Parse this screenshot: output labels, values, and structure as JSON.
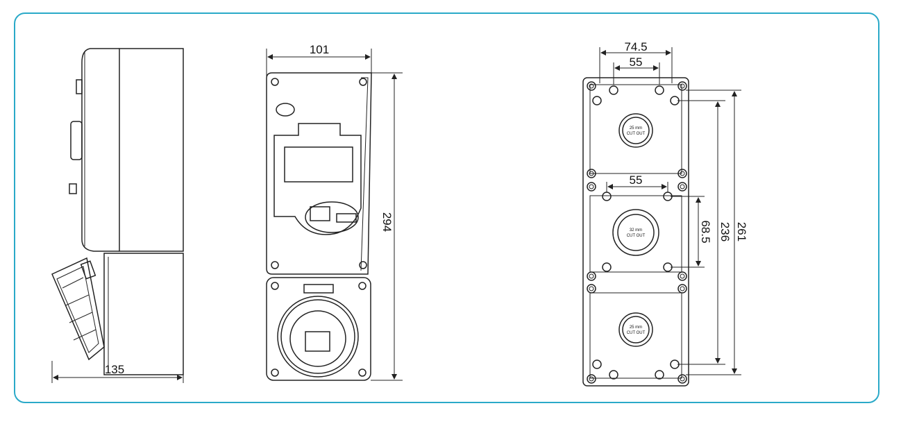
{
  "colors": {
    "frame_border": "#2aa9c8",
    "line": "#222222",
    "fill_grey": "#f2f2f2"
  },
  "side_view": {
    "width_dim": "135"
  },
  "front_view": {
    "width_dim": "101",
    "height_dim": "294"
  },
  "back_view": {
    "top_outer_dim": "74.5",
    "top_inner_dim": "55",
    "mid_dim": "55",
    "vertical_spacing_dim": "68.5",
    "inner_height_dim": "236",
    "outer_height_dim": "261",
    "cutout_top_size": "25 mm",
    "cutout_top_text": "CUT OUT",
    "cutout_mid_size": "32 mm",
    "cutout_mid_text": "CUT OUT",
    "cutout_bottom_size": "25 mm",
    "cutout_bottom_text": "CUT OUT"
  }
}
